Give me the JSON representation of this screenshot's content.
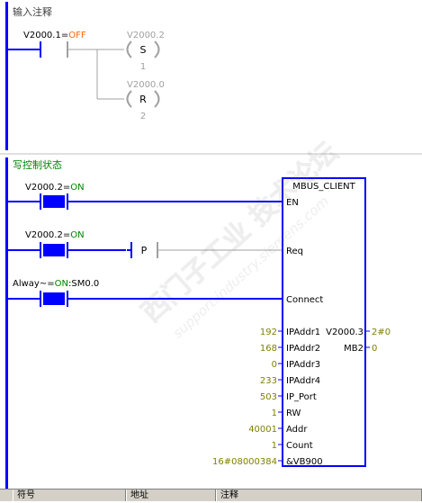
{
  "network1": {
    "comment": "输入注释",
    "contact": {
      "address": "V2000.1",
      "eq": "=",
      "state": "OFF"
    },
    "coils": [
      {
        "address": "V2000.2",
        "letter": "S",
        "count": "1"
      },
      {
        "address": "V2000.0",
        "letter": "R",
        "count": "2"
      }
    ]
  },
  "network2": {
    "comment": "写控制状态",
    "block_name": "MBUS_CLIENT",
    "contacts": [
      {
        "address": "V2000.2",
        "eq": "=",
        "state": "ON"
      },
      {
        "address": "V2000.2",
        "eq": "=",
        "state": "ON"
      },
      {
        "address": "Alway~",
        "eq": "=",
        "state": "ON",
        "suffix": ":SM0.0"
      }
    ],
    "p_label": "P",
    "bool_inputs": [
      "EN",
      "Req",
      "Connect"
    ],
    "inputs": [
      {
        "value": "192",
        "pin": "IPAddr1"
      },
      {
        "value": "168",
        "pin": "IPAddr2"
      },
      {
        "value": "0",
        "pin": "IPAddr3"
      },
      {
        "value": "233",
        "pin": "IPAddr4"
      },
      {
        "value": "503",
        "pin": "IP_Port"
      },
      {
        "value": "1",
        "pin": "RW"
      },
      {
        "value": "40001",
        "pin": "Addr"
      },
      {
        "value": "1",
        "pin": "Count"
      },
      {
        "value": "16#08000384",
        "pin": "&VB900"
      }
    ],
    "outputs": [
      {
        "pin": "V2000.3",
        "value": "2#0"
      },
      {
        "pin": "MB2",
        "value": "0"
      }
    ]
  },
  "table_header": [
    "符号",
    "地址",
    "注释"
  ],
  "colors": {
    "power_rail": "#0000ff",
    "energized": "#0000ff",
    "inactive": "#a0a0a0",
    "value_text": "#808000",
    "comment_text": "#008000",
    "on_text": "#008000",
    "off_text": "#ff6600"
  }
}
